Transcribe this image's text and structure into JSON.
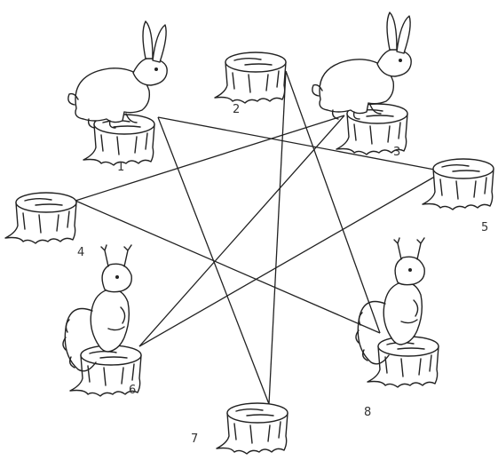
{
  "stumps": [
    {
      "label": "1",
      "animal": "rabbit"
    },
    {
      "label": "2",
      "animal": "none"
    },
    {
      "label": "3",
      "animal": "rabbit"
    },
    {
      "label": "4",
      "animal": "none"
    },
    {
      "label": "5",
      "animal": "none"
    },
    {
      "label": "6",
      "animal": "squirrel"
    },
    {
      "label": "7",
      "animal": "none"
    },
    {
      "label": "8",
      "animal": "squirrel"
    }
  ],
  "connections": [
    [
      "1",
      "7"
    ],
    [
      "1",
      "5"
    ],
    [
      "2",
      "7"
    ],
    [
      "2",
      "8"
    ],
    [
      "3",
      "6"
    ],
    [
      "3",
      "4"
    ],
    [
      "4",
      "8"
    ],
    [
      "5",
      "6"
    ]
  ]
}
